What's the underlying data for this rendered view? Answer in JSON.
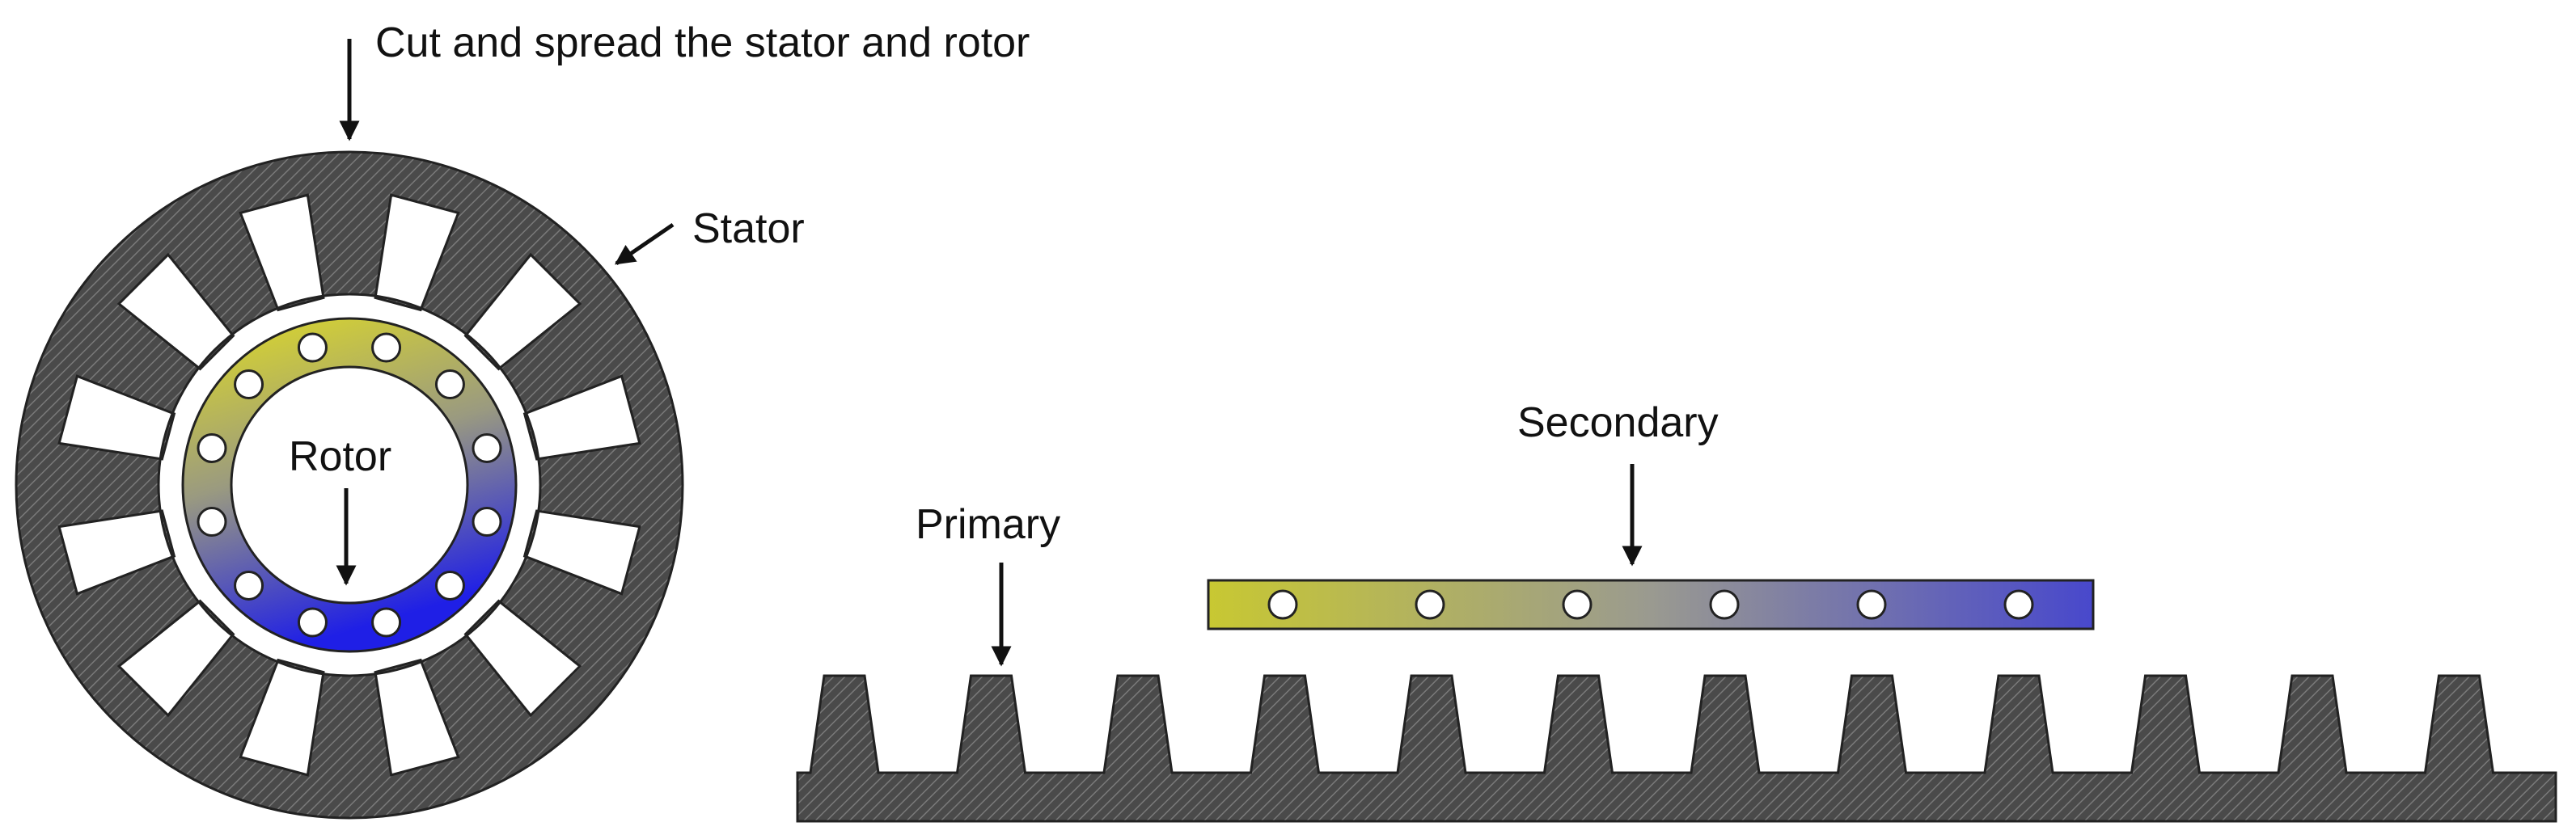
{
  "labels": {
    "cut_instruction": "Cut and spread the stator and rotor",
    "stator": "Stator",
    "rotor": "Rotor",
    "secondary": "Secondary",
    "primary": "Primary"
  },
  "colors": {
    "iron": "#4a4a4a",
    "hatch": "#777777",
    "outline": "#222222",
    "rotor_top": "#e0dc24",
    "rotor_bottom": "#1f1fe6",
    "secondary_left": "#c8c832",
    "secondary_right": "#4848cc",
    "background": "#ffffff"
  },
  "icons": [
    "arrow-down-icon",
    "arrow-diagonal-icon"
  ]
}
